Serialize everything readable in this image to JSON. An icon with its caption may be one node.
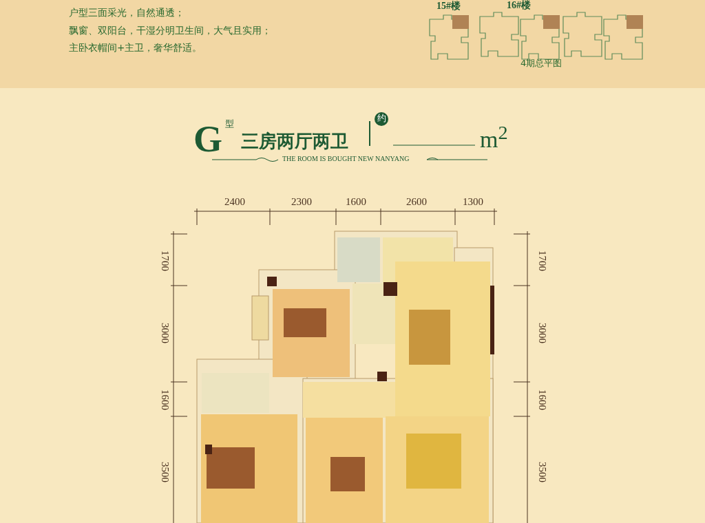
{
  "diagram": {
    "labels": [
      "户型三面采光，自然通透；",
      "飘窗、双阳台，干湿分明卫生间，大气且实用；",
      "主卧衣帽间+主卫，奢华舒适。",
      "15#楼",
      "16#楼",
      "4期总平图",
      "G",
      "型",
      "三房两厅两卫",
      "约",
      "m$^{2}$",
      "THE ROOM IS BOUGHT NEW NANYANG",
      "2400",
      "2300",
      "1600",
      "2600",
      "1300",
      "1700",
      "3000",
      "1600",
      "3500",
      "1700",
      "3000",
      "1600",
      "3500"
    ]
  }
}
